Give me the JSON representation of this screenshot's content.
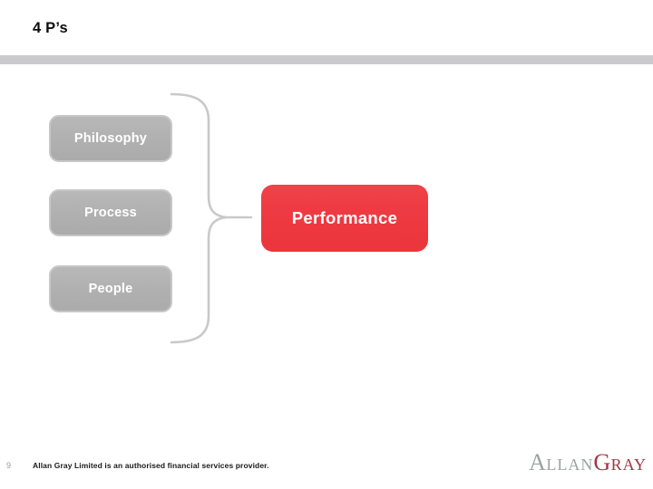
{
  "slide": {
    "title": "4 P’s"
  },
  "diagram": {
    "input_boxes": [
      {
        "label": "Philosophy"
      },
      {
        "label": "Process"
      },
      {
        "label": "People"
      }
    ],
    "output_box": {
      "label": "Performance"
    },
    "brace_icon": "right-curly-brace"
  },
  "footer": {
    "page_number": "9",
    "disclaimer": "Allan Gray Limited is an authorised financial services provider."
  },
  "logo": {
    "allan_initial": "A",
    "allan_rest": "LLAN",
    "gray_initial": "G",
    "gray_rest": "RAY"
  },
  "colors": {
    "accent_red": "#ee3a42",
    "box_gray": "#b2b2b2",
    "box_border_gray": "#c7c7c7",
    "brace_gray": "#c9c9c9",
    "divider_gray": "#cacacc",
    "logo_gray": "#9ea1a4",
    "logo_red": "#a43743",
    "title_black": "#0d0d0d"
  }
}
